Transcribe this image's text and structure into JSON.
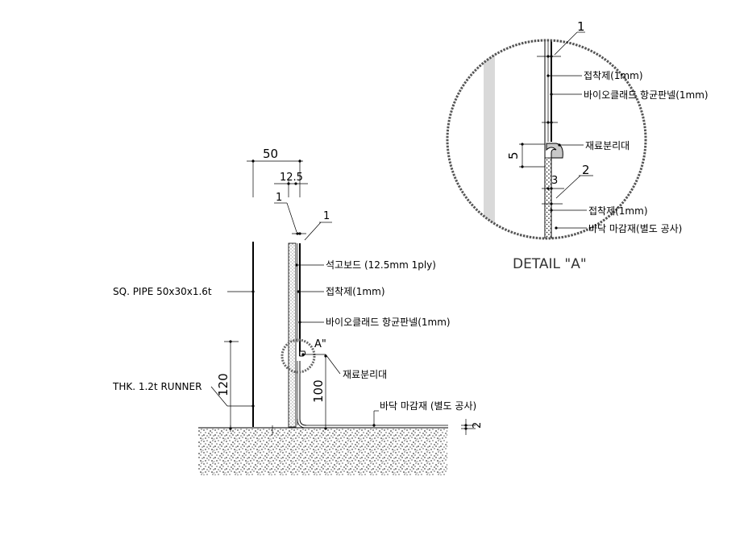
{
  "main": {
    "dims": {
      "d50": "50",
      "d12_5": "12.5",
      "d1_left": "1",
      "d1_right": "1",
      "d120": "120",
      "d100": "100",
      "d2": "2"
    },
    "labels": {
      "gypsum": "석고보드 (12.5mm 1ply)",
      "adhesive": "접착제(1mm)",
      "panel": "바이오클래드 항균판넬(1mm)",
      "separator": "재료분리대",
      "sq_pipe": "SQ. PIPE 50x30x1.6t",
      "runner": "THK. 1.2t RUNNER",
      "floor": "바닥 마감재 (별도 공사)",
      "detail_ref": "A\""
    }
  },
  "detail": {
    "title": "DETAIL \"A\"",
    "dims": {
      "d1": "1",
      "d5": "5",
      "d3": "3",
      "d2": "2"
    },
    "labels": {
      "adhesive_top": "접착제(1mm)",
      "panel": "바이오클래드 항균판넬(1mm)",
      "separator": "재료분리대",
      "adhesive_bottom": "접착제(1mm)",
      "floor": "바닥 마감재(별도 공사)"
    }
  }
}
